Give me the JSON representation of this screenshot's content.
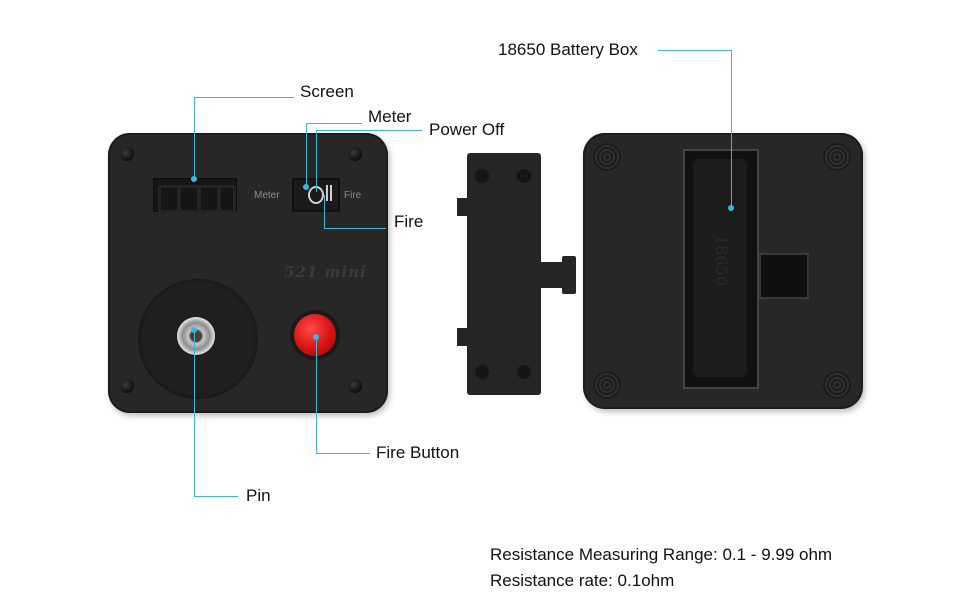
{
  "callouts": {
    "screen": "Screen",
    "meter": "Meter",
    "power_off": "Power Off",
    "fire": "Fire",
    "fire_button": "Fire Button",
    "pin": "Pin",
    "battery_box": "18650 Battery Box"
  },
  "device": {
    "switch_left_text": "Meter",
    "switch_right_text": "Fire",
    "brand_text": "521 mini",
    "cell_marking": "18650"
  },
  "specs": {
    "range": "Resistance Measuring Range: 0.1 - 9.99 ohm",
    "rate": "Resistance rate: 0.1ohm"
  },
  "colors": {
    "leader": "#3bb8d6",
    "device_body": "#272727",
    "fire_button": "#d71212"
  }
}
